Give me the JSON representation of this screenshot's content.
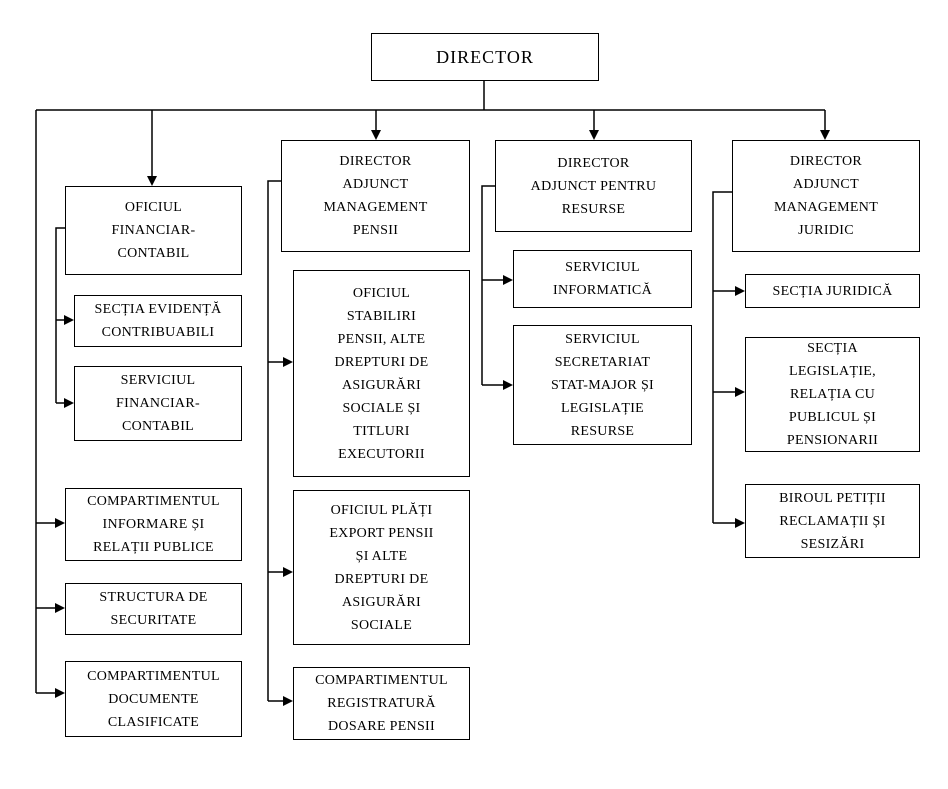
{
  "colors": {
    "background": "#ffffff",
    "line": "#000000",
    "box_border": "#000000",
    "text": "#000000"
  },
  "org_chart": {
    "nodes": {
      "director": {
        "label": "DIRECTOR"
      },
      "oficiul_financiar": {
        "label": "OFICIUL\nFINANCIAR-\nCONTABIL"
      },
      "sectia_evidenta": {
        "label": "SECȚIA EVIDENȚĂ\nCONTRIBUABILI"
      },
      "serviciul_financiar": {
        "label": "SERVICIUL\nFINANCIAR-\nCONTABIL"
      },
      "comp_informare": {
        "label": "COMPARTIMENTUL\nINFORMARE ȘI\nRELAȚII PUBLICE"
      },
      "structura_securitate": {
        "label": "STRUCTURA DE\nSECURITATE"
      },
      "comp_documente": {
        "label": "COMPARTIMENTUL\nDOCUMENTE\nCLASIFICATE"
      },
      "dir_adj_pensii": {
        "label": "DIRECTOR\nADJUNCT\nMANAGEMENT\nPENSII"
      },
      "oficiul_stabiliri": {
        "label": "OFICIUL\nSTABILIRI\nPENSII, ALTE\nDREPTURI DE\nASIGURĂRI\nSOCIALE ȘI\nTITLURI\nEXECUTORII"
      },
      "oficiul_plati": {
        "label": "OFICIUL PLĂȚI\nEXPORT PENSII\nȘI ALTE\nDREPTURI DE\nASIGURĂRI\nSOCIALE"
      },
      "comp_registratura": {
        "label": "COMPARTIMENTUL\nREGISTRATURĂ\nDOSARE PENSII"
      },
      "dir_adj_resurse": {
        "label": "DIRECTOR\nADJUNCT PENTRU\nRESURSE"
      },
      "serviciul_informatica": {
        "label": "SERVICIUL\nINFORMATICĂ"
      },
      "serviciul_secretariat": {
        "label": "SERVICIUL\nSECRETARIAT\nSTAT-MAJOR ȘI\nLEGISLAȚIE\nRESURSE"
      },
      "dir_adj_juridic": {
        "label": "DIRECTOR\nADJUNCT\nMANAGEMENT\nJURIDIC"
      },
      "sectia_juridica": {
        "label": "SECȚIA JURIDICĂ"
      },
      "sectia_legislatie": {
        "label": "SECȚIA\nLEGISLAȚIE,\nRELAȚIA CU\nPUBLICUL ȘI\nPENSIONARII"
      },
      "biroul_petitii": {
        "label": "BIROUL PETIȚII\nRECLAMAȚII ȘI\nSESIZĂRI"
      }
    }
  }
}
